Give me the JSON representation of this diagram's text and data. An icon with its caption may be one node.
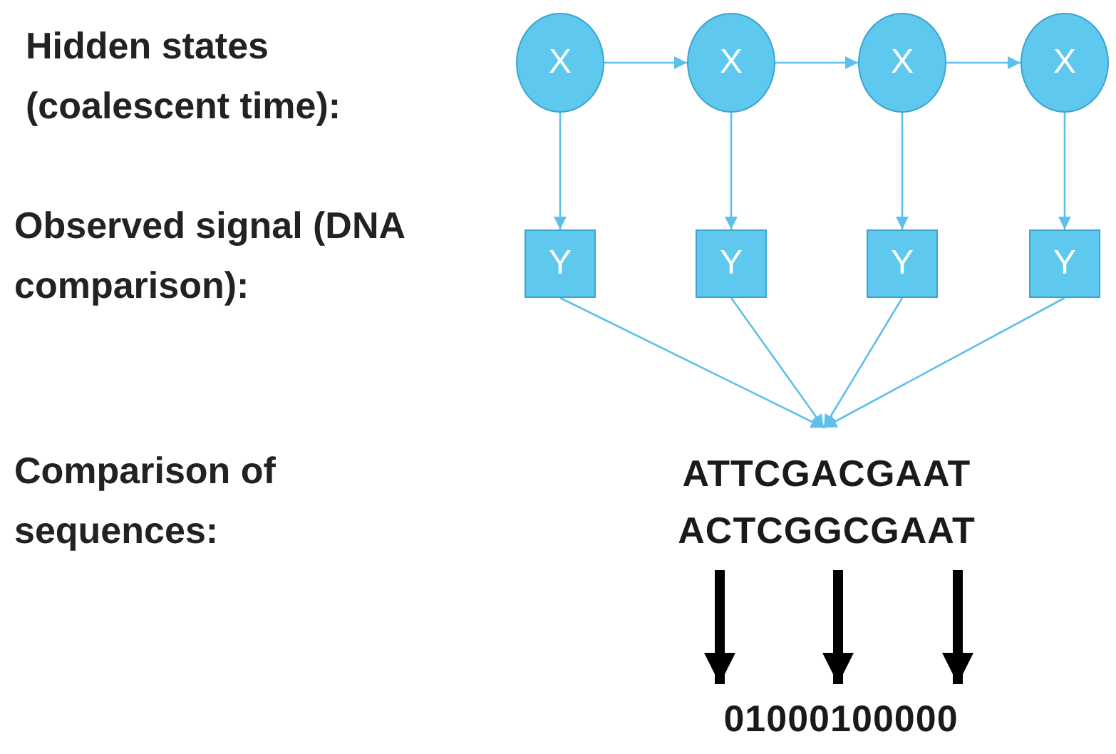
{
  "diagram": {
    "nodes": [
      {
        "text": [
          "X"
        ]
      },
      {
        "text": [
          "X"
        ]
      },
      {
        "text": [
          "X"
        ]
      },
      {
        "text": [
          "X"
        ]
      },
      {
        "text": [
          "Y"
        ]
      },
      {
        "text": [
          "Y"
        ]
      },
      {
        "text": [
          "Y"
        ]
      },
      {
        "text": [
          "Y"
        ]
      },
      {
        "text": [
          "ATTCGACGAAT",
          "ACTCGGCGAAT"
        ]
      },
      {
        "text": [
          "01000100000"
        ]
      }
    ],
    "edges": [
      {
        "from": 0,
        "to": 1,
        "arrow": "to"
      },
      {
        "from": 1,
        "to": 2,
        "arrow": "to"
      },
      {
        "from": 2,
        "to": 3,
        "arrow": "to"
      },
      {
        "from": 0,
        "to": 4,
        "arrow": "to"
      },
      {
        "from": 1,
        "to": 5,
        "arrow": "to"
      },
      {
        "from": 2,
        "to": 6,
        "arrow": "to"
      },
      {
        "from": 3,
        "to": 7,
        "arrow": "to"
      },
      {
        "from": 4,
        "to": 8,
        "arrow": "to"
      },
      {
        "from": 5,
        "to": 8,
        "arrow": "to"
      },
      {
        "from": 6,
        "to": 8,
        "arrow": "to"
      },
      {
        "from": 7,
        "to": 8,
        "arrow": "to"
      },
      {
        "from": 8,
        "to": 9,
        "arrow": "to",
        "style": "thick",
        "color": "#000000"
      },
      {
        "from": 8,
        "to": 9,
        "arrow": "to",
        "style": "thick",
        "color": "#000000"
      },
      {
        "from": 8,
        "to": 9,
        "arrow": "to",
        "style": "thick",
        "color": "#000000"
      }
    ],
    "labels": [
      "Hidden states (coalescent time):",
      "Observed signal (DNA comparison):",
      "Comparison of sequences:"
    ]
  }
}
